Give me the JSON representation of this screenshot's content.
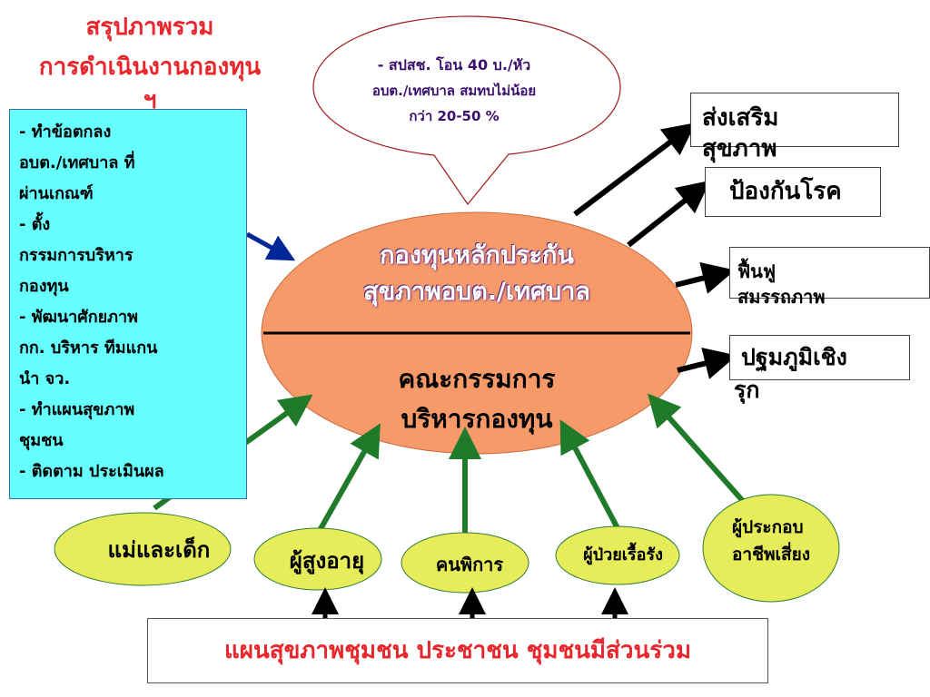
{
  "title": {
    "line1": "สรุปภาพรวม",
    "line2": "การดำเนินงานกองทุน",
    "line3": "ฯ"
  },
  "left_box": {
    "lines": [
      "-  ทำข้อตกลง",
      "อบต./เทศบาล ที่",
      "ผ่านเกณฑ์",
      "- ตั้ง",
      "กรรมการบริหาร",
      "กองทุน",
      "- พัฒนาศักยภาพ",
      "กก.  บริหาร ทีมแกน",
      "นำ จว.",
      "- ทำแผนสุขภาพ",
      "ชุมชน",
      "- ติดตาม ประเมินผล"
    ]
  },
  "bubble": {
    "line1": "- สปสช. โอน 40 บ./หัว",
    "line2": "อบต./เทศบาล สมทบไม่น้อย",
    "line3": "กว่า 20-50 %"
  },
  "center": {
    "top_line1": "กองทุนหลักประกัน",
    "top_line2": "สุขภาพอบต./เทศบาล",
    "bottom_line1": "คณะกรรมการ",
    "bottom_line2": "บริหารกองทุน"
  },
  "outputs": [
    {
      "line1": "ส่งเสริม",
      "line2": "สุขภาพ"
    },
    {
      "line1": "ป้องกันโรค",
      "line2": ""
    },
    {
      "line1": "ฟื้นฟู",
      "line2": "สมรรถภาพ"
    },
    {
      "line1": "ปฐมภูมิเชิง",
      "line2": "รุก"
    }
  ],
  "groups": [
    {
      "line1": "แม่และเด็ก",
      "line2": ""
    },
    {
      "line1": "ผู้สูงอายุ",
      "line2": ""
    },
    {
      "line1": "คนพิการ",
      "line2": ""
    },
    {
      "line1": "ผู้ป่วยเรื้อรัง",
      "line2": ""
    },
    {
      "line1": "ผู้ประกอบ",
      "line2": "อาชีพเสี่ยง"
    }
  ],
  "bottom_box": "แผนสุขภาพชุมชน ประชาชน ชุมชนมีส่วนร่วม",
  "colors": {
    "title": "#e8262b",
    "left_box_bg": "#66ffff",
    "center_oval": "#f79a6a",
    "group_oval": "#e6ec5a",
    "green_arrow": "#1f7a2a",
    "blue_arrow": "#002699",
    "bubble_text": "#3a0f6e"
  }
}
